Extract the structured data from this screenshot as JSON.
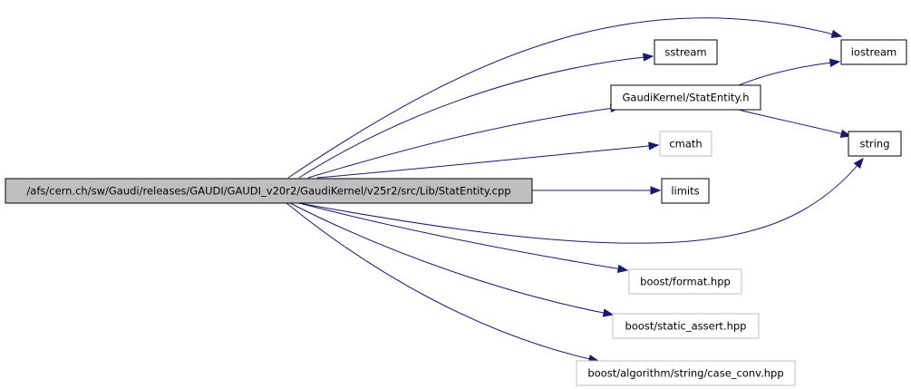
{
  "graph": {
    "colors": {
      "root_fill": "#bfbfbf",
      "node_border": "#000000",
      "external_border": "#bfbfbf",
      "edge": "#191970",
      "background": "#ffffff"
    },
    "nodes": [
      {
        "id": "root",
        "label": "/afs/cern.ch/sw/Gaudi/releases/GAUDI/GAUDI_v20r2/GaudiKernel/v25r2/src/Lib/StatEntity.cpp",
        "kind": "root"
      },
      {
        "id": "iostream",
        "label": "iostream",
        "kind": "documented"
      },
      {
        "id": "sstream",
        "label": "sstream",
        "kind": "documented"
      },
      {
        "id": "statentity",
        "label": "GaudiKernel/StatEntity.h",
        "kind": "documented"
      },
      {
        "id": "cmath",
        "label": "cmath",
        "kind": "external"
      },
      {
        "id": "string",
        "label": "string",
        "kind": "documented"
      },
      {
        "id": "limits",
        "label": "limits",
        "kind": "documented"
      },
      {
        "id": "format",
        "label": "boost/format.hpp",
        "kind": "external"
      },
      {
        "id": "static",
        "label": "boost/static_assert.hpp",
        "kind": "external"
      },
      {
        "id": "caseconv",
        "label": "boost/algorithm/string/case_conv.hpp",
        "kind": "external"
      }
    ],
    "edges": [
      {
        "from": "root",
        "to": "iostream"
      },
      {
        "from": "root",
        "to": "sstream"
      },
      {
        "from": "root",
        "to": "statentity"
      },
      {
        "from": "root",
        "to": "cmath"
      },
      {
        "from": "root",
        "to": "limits"
      },
      {
        "from": "root",
        "to": "string"
      },
      {
        "from": "root",
        "to": "format"
      },
      {
        "from": "root",
        "to": "static"
      },
      {
        "from": "root",
        "to": "caseconv"
      },
      {
        "from": "statentity",
        "to": "iostream"
      },
      {
        "from": "statentity",
        "to": "string"
      }
    ]
  }
}
